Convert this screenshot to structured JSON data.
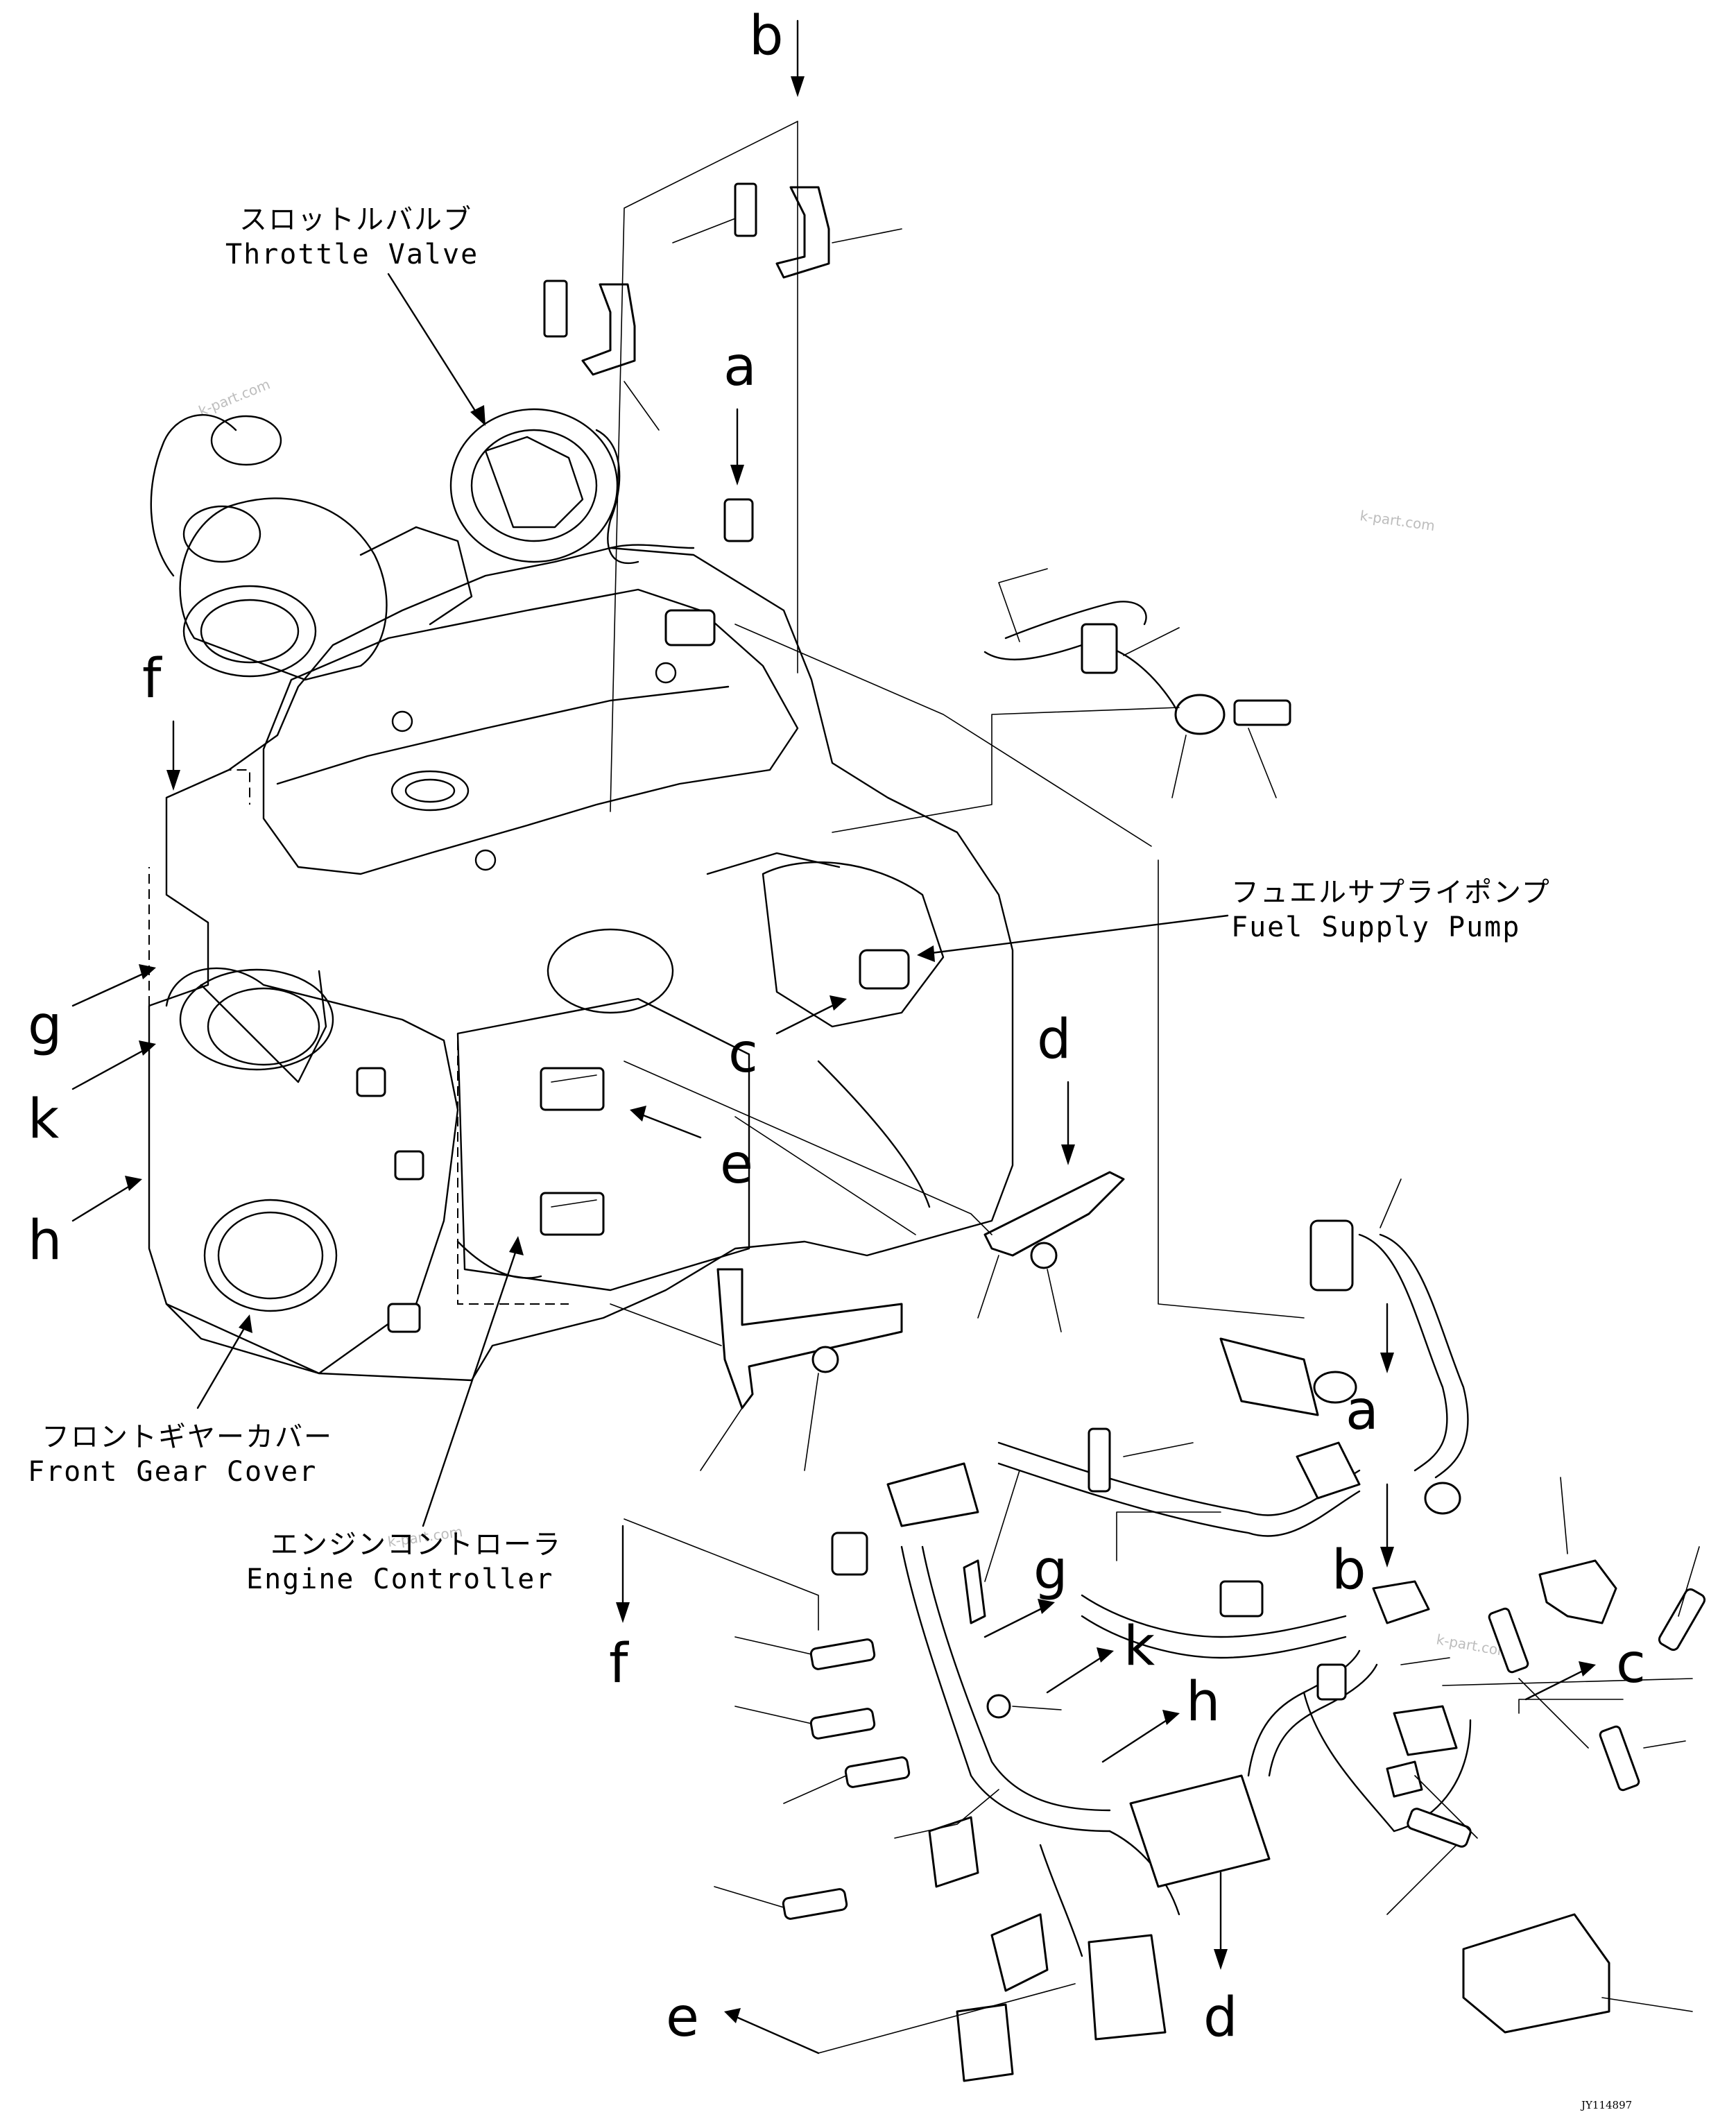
{
  "labels": {
    "throttle_valve_jp": "スロットルバルブ",
    "throttle_valve_en": "Throttle Valve",
    "fuel_supply_pump_jp": "フュエルサプライポンプ",
    "fuel_supply_pump_en": "Fuel Supply Pump",
    "front_gear_cover_jp": "フロントギヤーカバー",
    "front_gear_cover_en": "Front Gear Cover",
    "engine_controller_jp": "エンジンコントローラ",
    "engine_controller_en": "Engine Controller"
  },
  "reference_letters": {
    "a": "a",
    "b": "b",
    "c": "c",
    "d": "d",
    "e": "e",
    "f": "f",
    "g": "g",
    "h": "h",
    "k": "k"
  },
  "watermark": "k-part.com",
  "drawing_code": "JY114897"
}
